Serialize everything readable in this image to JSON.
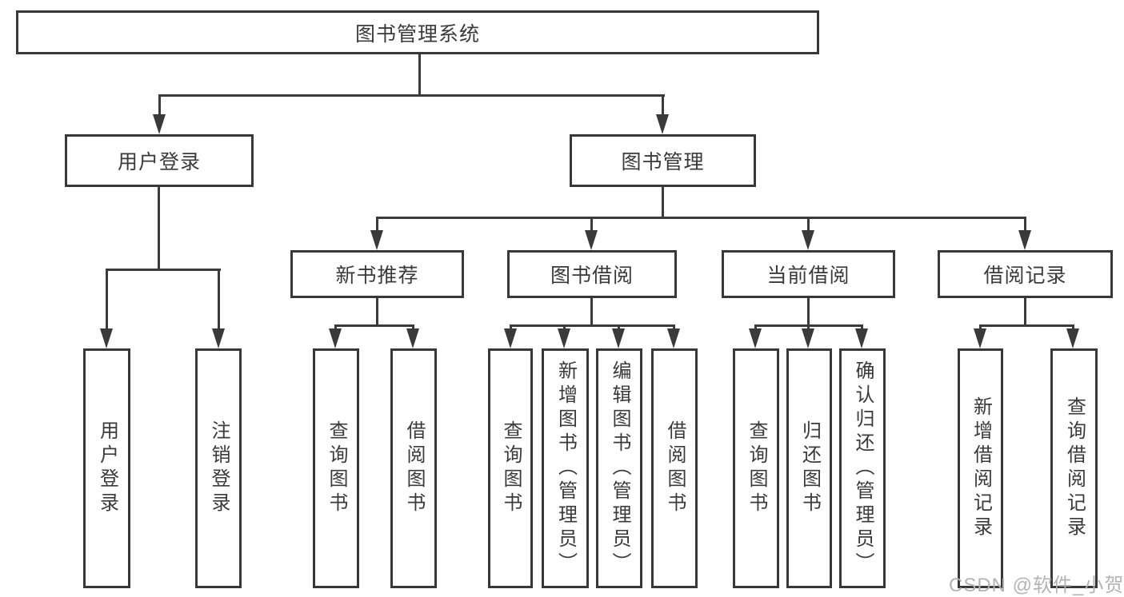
{
  "diagram_type": "hierarchy-tree",
  "ink_color": "#3a3a3a",
  "watermark": {
    "text": "CSDN @软件_小贺同学",
    "color": "#b0b0b0"
  },
  "tree": {
    "label": "图书管理系统",
    "children": [
      {
        "label": "用户登录",
        "children": [
          {
            "label": "用户登录"
          },
          {
            "label": "注销登录"
          }
        ]
      },
      {
        "label": "图书管理",
        "children": [
          {
            "label": "新书推荐",
            "children": [
              {
                "label": "查询图书"
              },
              {
                "label": "借阅图书"
              }
            ]
          },
          {
            "label": "图书借阅",
            "children": [
              {
                "label": "查询图书"
              },
              {
                "label": "新增图书（管理员）"
              },
              {
                "label": "编辑图书（管理员）"
              },
              {
                "label": "借阅图书"
              }
            ]
          },
          {
            "label": "当前借阅",
            "children": [
              {
                "label": "查询图书"
              },
              {
                "label": "归还图书"
              },
              {
                "label": "确认归还（管理员）"
              }
            ]
          },
          {
            "label": "借阅记录",
            "children": [
              {
                "label": "新增借阅记录"
              },
              {
                "label": "查询借阅记录"
              }
            ]
          }
        ]
      }
    ]
  }
}
